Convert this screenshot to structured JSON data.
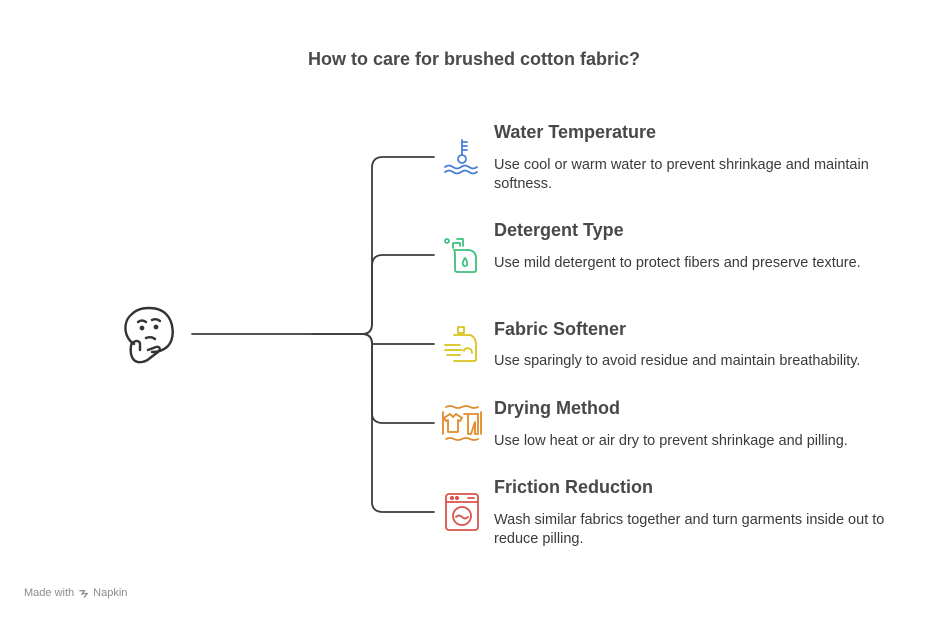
{
  "title": "How to care for brushed cotton fabric?",
  "items": [
    {
      "heading": "Water Temperature",
      "description": "Use cool or warm water to prevent shrinkage and maintain softness.",
      "icon": "thermometer-water-icon",
      "color": "#4a7fd4"
    },
    {
      "heading": "Detergent Type",
      "description": "Use mild detergent to protect fibers and preserve texture.",
      "icon": "detergent-bottle-icon",
      "color": "#3cc07a"
    },
    {
      "heading": "Fabric Softener",
      "description": "Use sparingly to avoid residue and maintain breathability.",
      "icon": "softener-bottle-icon",
      "color": "#d9c21a"
    },
    {
      "heading": "Drying Method",
      "description": "Use low heat or air dry to prevent shrinkage and pilling.",
      "icon": "drying-clothes-icon",
      "color": "#e08a2a"
    },
    {
      "heading": "Friction Reduction",
      "description": "Wash similar fabrics together and turn garments inside out to reduce pilling.",
      "icon": "washing-machine-icon",
      "color": "#d9534a"
    }
  ],
  "watermark": {
    "prefix": "Made with",
    "brand": "Napkin"
  }
}
